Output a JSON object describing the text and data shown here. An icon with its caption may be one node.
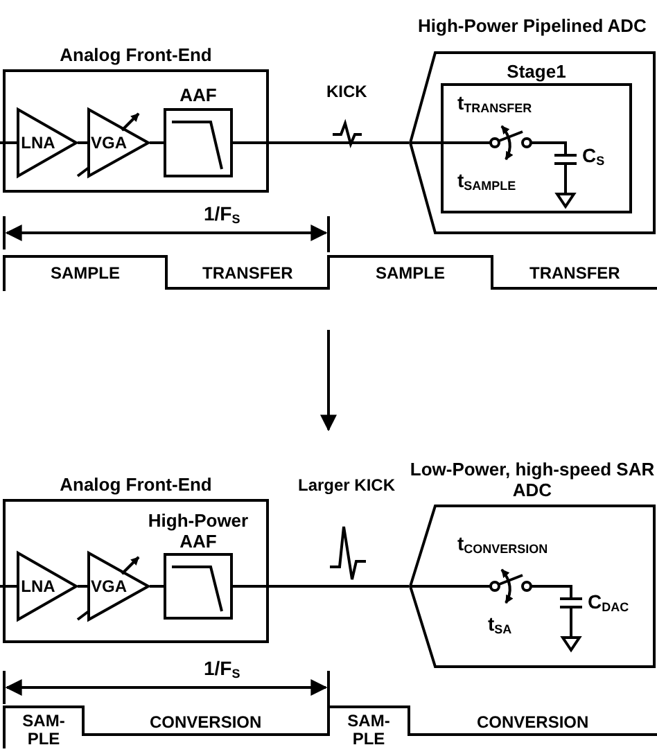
{
  "diagram": {
    "nodes": [
      {
        "text": [
          "Analog Front-End"
        ]
      },
      {
        "text": [
          "LNA"
        ],
        "in": 0
      },
      {
        "text": [
          "VGA"
        ],
        "in": 0
      },
      {
        "text": [
          "AAF"
        ],
        "in": 0
      },
      {
        "text": [
          "High-Power Pipelined ADC"
        ]
      },
      {
        "text": [
          "Stage1"
        ],
        "in": 4
      },
      {
        "text": [
          "Analog Front-End"
        ]
      },
      {
        "text": [
          "LNA"
        ],
        "in": 6
      },
      {
        "text": [
          "VGA"
        ],
        "in": 6
      },
      {
        "text": [
          "High-Power AAF"
        ],
        "in": 6
      },
      {
        "text": [
          "Low-Power, high-speed SAR ADC"
        ]
      }
    ],
    "edges": [
      {
        "from": 1,
        "to": 2,
        "arrow": "none"
      },
      {
        "from": 2,
        "to": 3,
        "arrow": "none"
      },
      {
        "from": 3,
        "to": 4,
        "arrow": "none"
      },
      {
        "from": 4,
        "to": 5,
        "arrow": "none"
      },
      {
        "from": 7,
        "to": 8,
        "arrow": "none"
      },
      {
        "from": 8,
        "to": 9,
        "arrow": "none"
      },
      {
        "from": 9,
        "to": 10,
        "arrow": "none"
      }
    ],
    "labels": [
      "KICK",
      "t$_{TRANSFER}$",
      "t$_{SAMPLE}$",
      "C$_{S}$",
      "1/F$_{S}$",
      "SAMPLE",
      "TRANSFER",
      "SAMPLE",
      "TRANSFER",
      "Larger KICK",
      "t$_{CONVERSION}$",
      "t$_{SA}$",
      "C$_{DAC}$",
      "1/F$_{S}$",
      "SAM- PLE",
      "CONVERSION",
      "SAM- PLE",
      "CONVERSION"
    ]
  }
}
